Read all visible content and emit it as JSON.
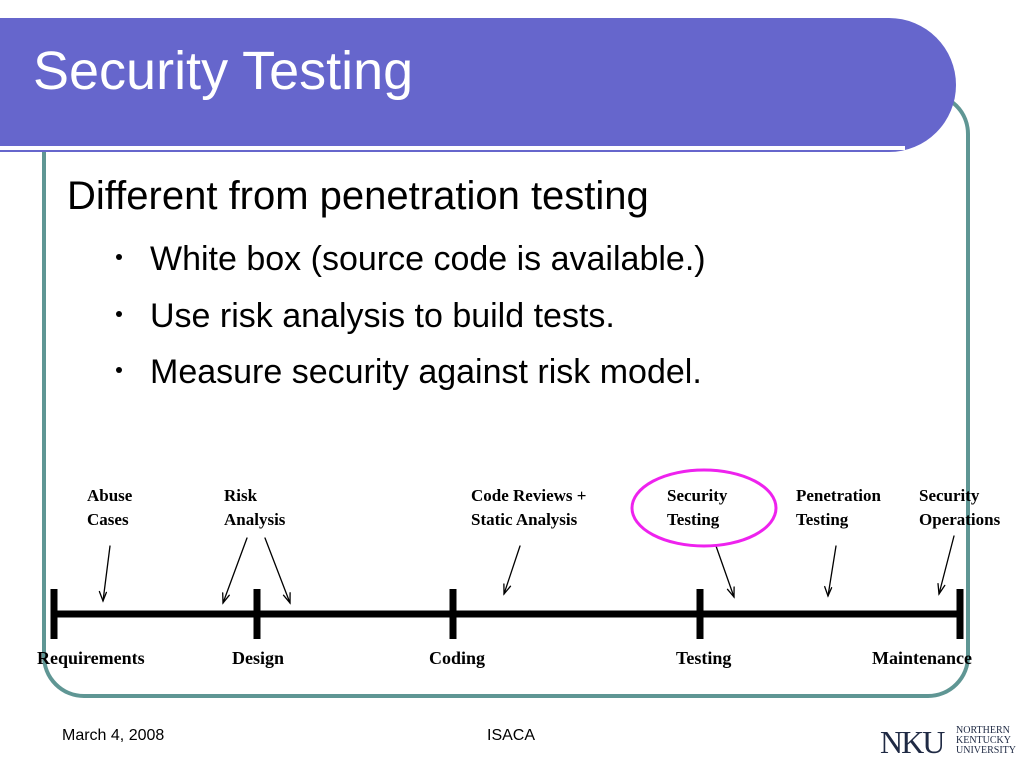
{
  "slide": {
    "title": "Security Testing",
    "heading": "Different from penetration testing",
    "bullets": [
      "White box (source code is available.)",
      "Use risk analysis to build tests.",
      "Measure security against risk model."
    ]
  },
  "diagram": {
    "activities": [
      {
        "line1": "Abuse",
        "line2": "Cases"
      },
      {
        "line1": "Risk",
        "line2": "Analysis"
      },
      {
        "line1": "Code Reviews +",
        "line2": "Static Analysis"
      },
      {
        "line1": "Security",
        "line2": "Testing",
        "highlighted": true
      },
      {
        "line1": "Penetration",
        "line2": "Testing"
      },
      {
        "line1": "Security",
        "line2": "Operations"
      }
    ],
    "phases": [
      "Requirements",
      "Design",
      "Coding",
      "Testing",
      "Maintenance"
    ],
    "colors": {
      "line": "#000000",
      "highlight": "#ee22ee"
    }
  },
  "footer": {
    "date": "March 4, 2008",
    "org": "ISACA",
    "logo_mark": "NKU",
    "logo_text": [
      "NORTHERN",
      "KENTUCKY",
      "UNIVERSITY"
    ]
  },
  "colors": {
    "title_bar": "#6666cc",
    "frame": "#5f9694"
  }
}
